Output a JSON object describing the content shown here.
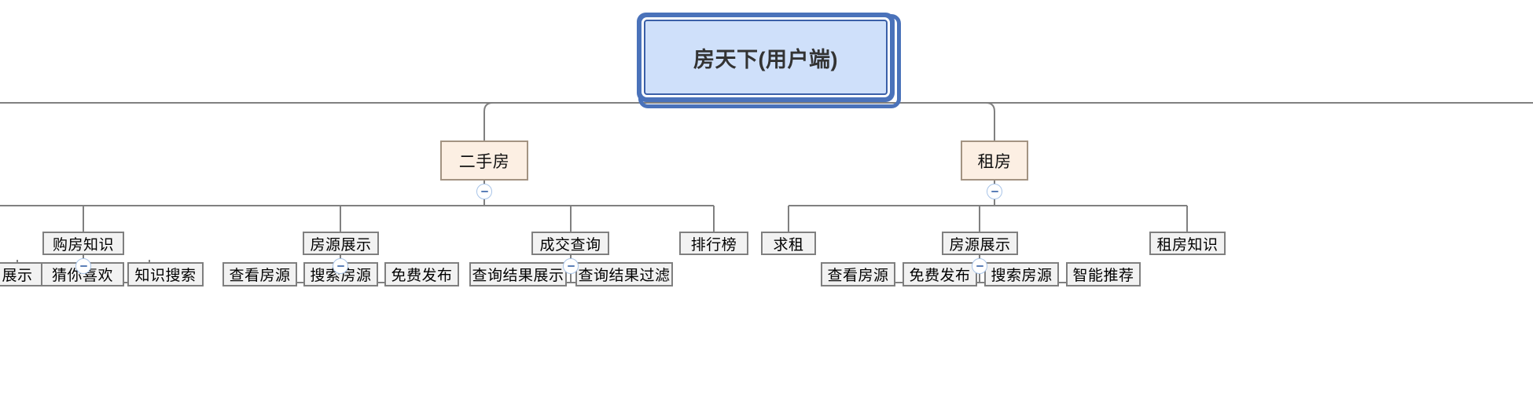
{
  "diagram": {
    "type": "mindmap-tree",
    "title": "房天下(用户端)",
    "orientation": "top-down",
    "colors": {
      "root_fill": "#cfe0fa",
      "root_border": "#3a5fa8",
      "root_selection": "#4a72ba",
      "category_fill": "#fcefe3",
      "category_border": "#a39382",
      "node_fill": "#f2f2f2",
      "node_border": "#7f7f7f",
      "connector": "#808080",
      "toggle_border": "#a8c4e8",
      "toggle_glyph": "#5b7fb8",
      "canvas": "#ffffff"
    },
    "toggle_icon": "minus-circle-icon",
    "toggle_state": "expanded"
  },
  "nodes": {
    "root": {
      "label": "房天下(用户端)",
      "level": 1
    },
    "cat_ershoufang": {
      "label": "二手房",
      "level": 2
    },
    "cat_zufang": {
      "label": "租房",
      "level": 2
    },
    "sec_goufangzhishi": {
      "label": "购房知识",
      "level": 3
    },
    "sec_fangyuanzhanshi_a": {
      "label": "房源展示",
      "level": 3
    },
    "sec_chengjiaochaxun": {
      "label": "成交查询",
      "level": 3
    },
    "sec_paihangbang": {
      "label": "排行榜",
      "level": 3
    },
    "sec_qiuzu": {
      "label": "求租",
      "level": 3
    },
    "sec_fangyuanzhanshi_b": {
      "label": "房源展示",
      "level": 3
    },
    "sec_zufangzhishi": {
      "label": "租房知识",
      "level": 3
    },
    "leaf_zhanshi": {
      "label": "展示",
      "level": 4,
      "clipped": true
    },
    "leaf_cainixihuan": {
      "label": "猜你喜欢",
      "level": 4
    },
    "leaf_zhishisousuo": {
      "label": "知识搜索",
      "level": 4
    },
    "leaf_chakanfangyuan_a": {
      "label": "查看房源",
      "level": 4
    },
    "leaf_sousuofangyuan_a": {
      "label": "搜索房源",
      "level": 4
    },
    "leaf_mianfeifabu_a": {
      "label": "免费发布",
      "level": 4
    },
    "leaf_chaxunjieguozhanshi": {
      "label": "查询结果展示",
      "level": 4
    },
    "leaf_chaxunjieguoguolv": {
      "label": "查询结果过滤",
      "level": 4
    },
    "leaf_chakanfangyuan_b": {
      "label": "查看房源",
      "level": 4
    },
    "leaf_mianfeifabu_b": {
      "label": "免费发布",
      "level": 4
    },
    "leaf_sousuofangyuan_b": {
      "label": "搜索房源",
      "level": 4
    },
    "leaf_zhinengtuijian": {
      "label": "智能推荐",
      "level": 4
    }
  }
}
